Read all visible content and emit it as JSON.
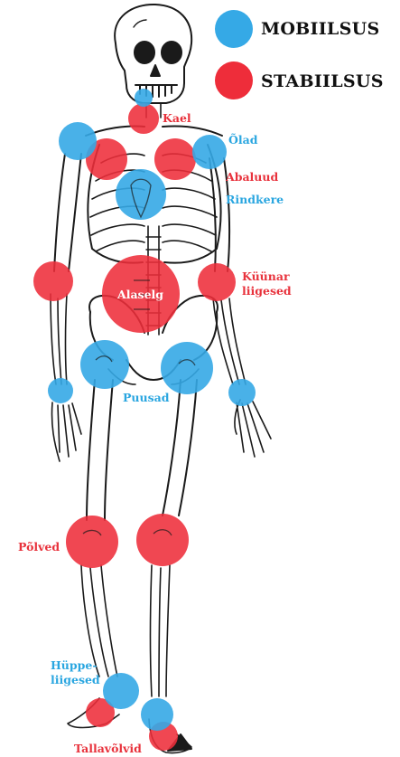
{
  "colors": {
    "mobility": "#35a9e6",
    "stability": "#ee2d3a",
    "mobility_label": "#2aa6e0",
    "stability_label": "#e8323c",
    "bone_outline": "#1a1a1a"
  },
  "legend": {
    "mobility": "MOBIILSUS",
    "stability": "STABIILSUS"
  },
  "labels": {
    "kael": "Kael",
    "olad": "Õlad",
    "abaluud": "Abaluud",
    "rindkere": "Rindkere",
    "kuunar_1": "Küünar",
    "kuunar_2": "liigesed",
    "alaselg": "Alaselg",
    "puusad": "Puusad",
    "polved": "Põlved",
    "hupe_1": "Hüppe-",
    "hupe_2": "liigesed",
    "tallavolvid": "Tallavõlvid"
  }
}
